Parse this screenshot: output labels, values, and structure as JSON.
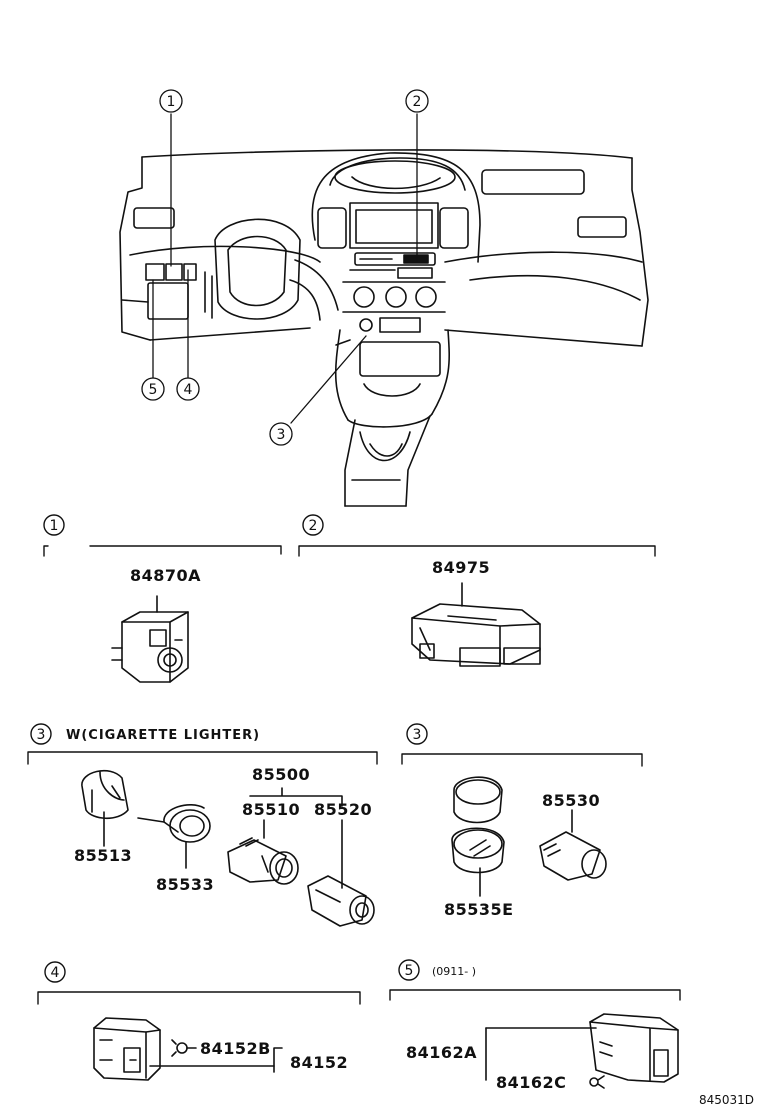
{
  "callouts": {
    "c1": "1",
    "c2": "2",
    "c3": "3",
    "c4": "4",
    "c5": "5"
  },
  "sections": {
    "s1": {
      "num": "1",
      "parts": {
        "a": "84870A"
      }
    },
    "s2": {
      "num": "2",
      "parts": {
        "a": "84975"
      }
    },
    "s3a": {
      "num": "3",
      "title": "W(CIGARETTE LIGHTER)",
      "parts": {
        "a": "85500",
        "b": "85510",
        "c": "85520",
        "d": "85513",
        "e": "85533"
      }
    },
    "s3b": {
      "num": "3",
      "parts": {
        "a": "85530",
        "b": "85535E"
      }
    },
    "s4": {
      "num": "4",
      "parts": {
        "a": "84152B",
        "b": "84152"
      }
    },
    "s5": {
      "num": "5",
      "note": "(0911-    )",
      "parts": {
        "a": "84162A",
        "b": "84162C"
      }
    }
  },
  "diagram_code": "845031D"
}
